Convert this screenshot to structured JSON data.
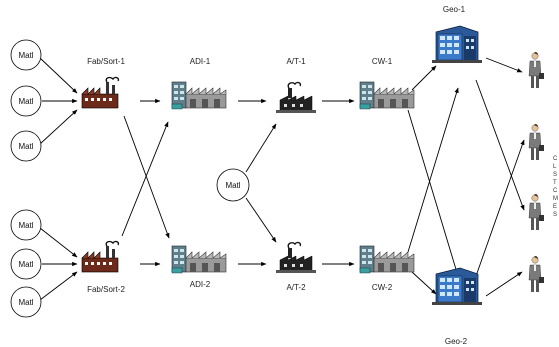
{
  "labels": {
    "fab_sort_1": "Fab/Sort-1",
    "fab_sort_2": "Fab/Sort-2",
    "adi_1": "ADI-1",
    "adi_2": "ADI-2",
    "at_1": "A/T-1",
    "at_2": "A/T-2",
    "cw_1": "CW-1",
    "cw_2": "CW-2",
    "geo_1": "Geo-1",
    "geo_2": "Geo-2"
  },
  "materials": {
    "fab1_1": "Matl",
    "fab1_2": "Matl",
    "fab1_3": "Matl",
    "at_center": "Matl",
    "fab2_1": "Matl",
    "fab2_2": "Matl",
    "fab2_3": "Matl"
  },
  "edge_text": [
    "C",
    "L",
    "S",
    "T",
    "C",
    "M",
    "E",
    "S"
  ],
  "icons": {
    "factory": "factory-icon",
    "warehouse": "warehouse-icon",
    "assembly": "assembly-plant-icon",
    "distribution": "distribution-center-icon",
    "customer": "businessperson-icon"
  }
}
